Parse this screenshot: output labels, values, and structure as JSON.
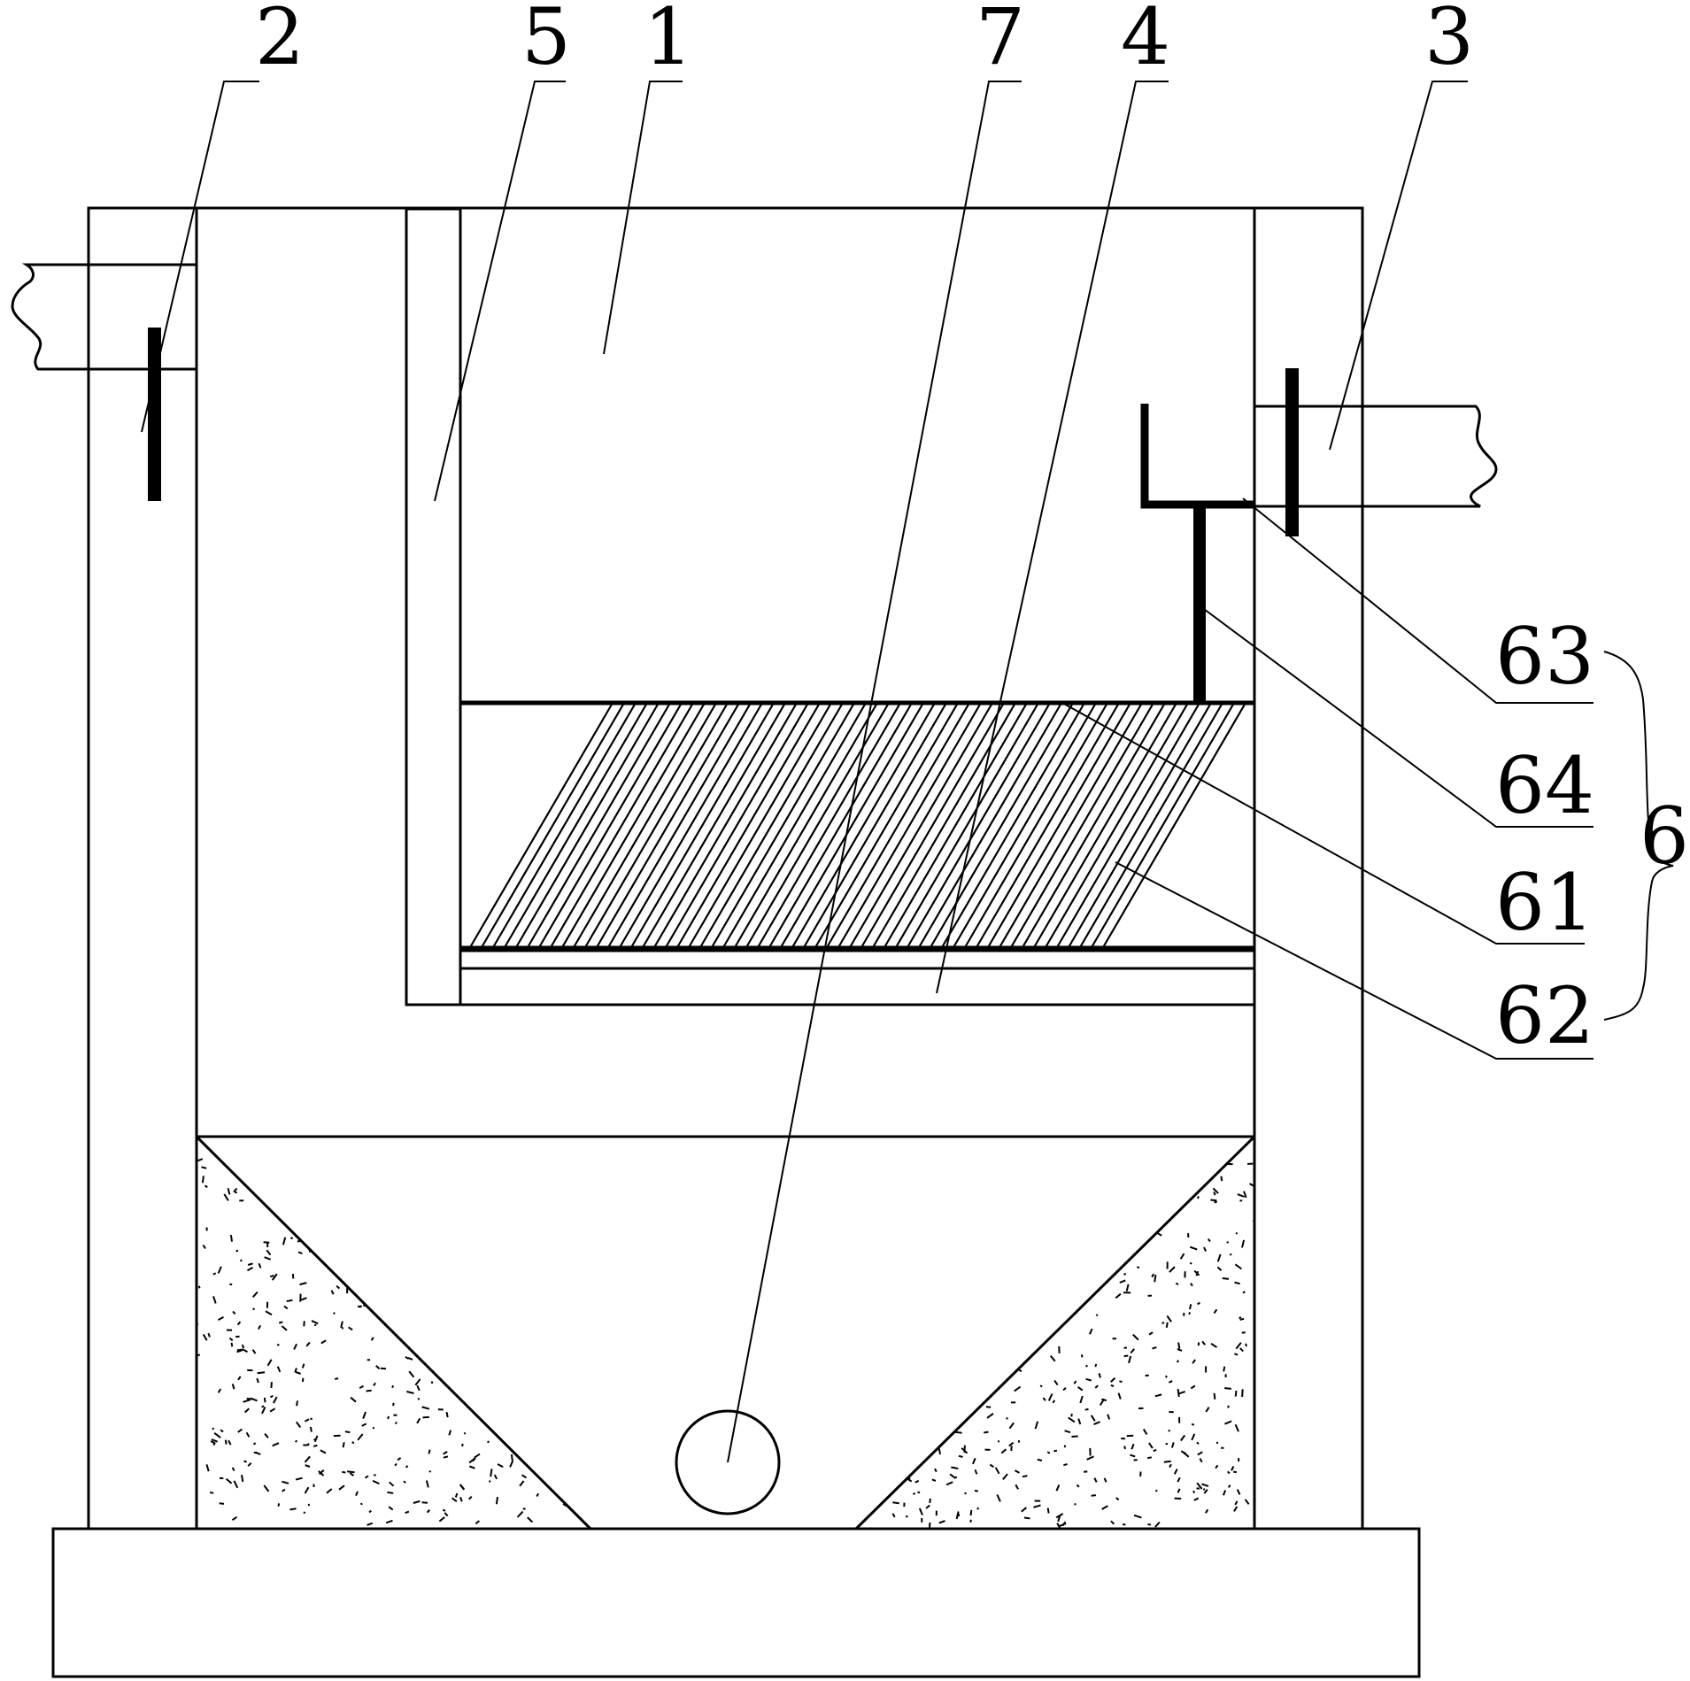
{
  "labels": {
    "l1": "1",
    "l2": "2",
    "l3": "3",
    "l4": "4",
    "l5": "5",
    "l6": "6",
    "l7": "7",
    "l61": "61",
    "l62": "62",
    "l63": "63",
    "l64": "64"
  },
  "colors": {
    "line": "#000000",
    "background": "#ffffff"
  }
}
